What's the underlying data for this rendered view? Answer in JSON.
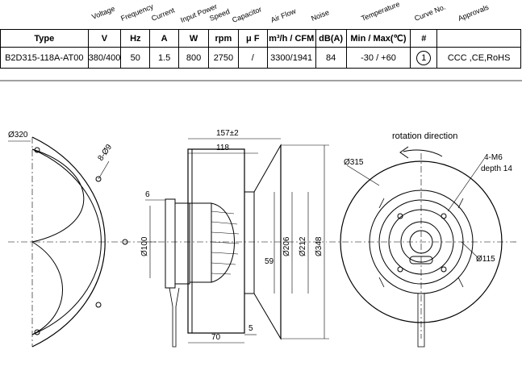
{
  "header_labels": {
    "voltage": "Voltage",
    "frequency": "Frequency",
    "current": "Current",
    "input_power": "Input Power",
    "speed": "Speed",
    "capacitor": "Capacitor",
    "air_flow": "Air Flow",
    "noise": "Noise",
    "temperature": "Temperature",
    "curve_no": "Curve No.",
    "approvals": "Approvals"
  },
  "units_row": {
    "type": "Type",
    "v": "V",
    "hz": "Hz",
    "a": "A",
    "w": "W",
    "rpm": "rpm",
    "uf": "μ F",
    "airflow": "m³/h / CFM",
    "db": "dB(A)",
    "temp": "Min / Max(℃)",
    "curve": "#",
    "approvals": ""
  },
  "values_row": {
    "type": "B2D315-118A-AT00",
    "v": "380/400",
    "hz": "50",
    "a": "1.5",
    "w": "800",
    "rpm": "2750",
    "uf": "/",
    "airflow": "3300/1941",
    "db": "84",
    "temp": "-30 / +60",
    "curve": "1",
    "approvals": "CCC ,CE,RoHS"
  },
  "drawing_labels": {
    "d320": "Ø320",
    "holes": "8-Ø9",
    "d157": "157±2",
    "d118": "118",
    "d6": "6",
    "d100": "Ø100",
    "d59": "59",
    "d206": "Ø206",
    "d212": "Ø212",
    "d348": "Ø348",
    "d70": "70",
    "d5": "5",
    "rotation": "rotation direction",
    "d315": "Ø315",
    "m6": "4-M6",
    "depth": "depth 14",
    "d115": "Ø115"
  }
}
